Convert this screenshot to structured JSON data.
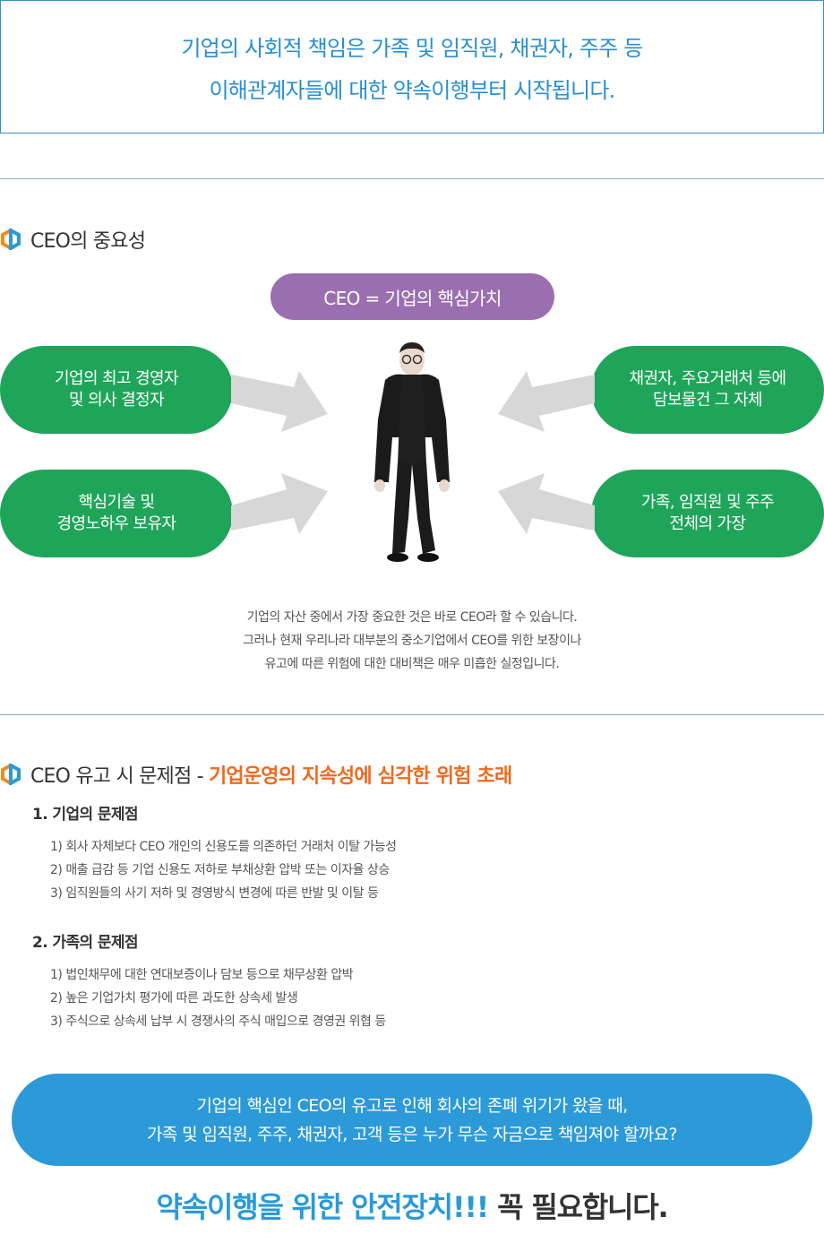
{
  "intro": {
    "line1": "기업의 사회적 책임은 가족 및 임직원, 채권자, 주주 등",
    "line2": "이해관계자들에 대한 약속이행부터 시작됩니다."
  },
  "section1": {
    "title": "CEO의 중요성",
    "ceo_value": "CEO = 기업의 핵심가치",
    "roles": [
      {
        "line1": "기업의 최고 경영자",
        "line2": "및 의사 결정자"
      },
      {
        "line1": "채권자, 주요거래처 등에",
        "line2": "담보물건 그 자체"
      },
      {
        "line1": "핵심기술 및",
        "line2": "경영노하우 보유자"
      },
      {
        "line1": "가족, 임직원 및 주주",
        "line2": "전체의 가장"
      }
    ],
    "summary": [
      "기업의 자산 중에서 가장 중요한 것은 바로 CEO라 할 수 있습니다.",
      "그러나 현재 우리나라 대부분의 중소기업에서 CEO를 위한 보장이나",
      "유고에 따른 위험에 대한 대비책은 매우 미흡한 실정입니다."
    ]
  },
  "section2": {
    "title": "CEO 유고 시 문제점 - ",
    "accent": "기업운영의 지속성에 심각한 위험 초래",
    "groups": [
      {
        "heading": "1. 기업의 문제점",
        "items": [
          "1) 회사 자체보다 CEO 개인의 신용도를 의존하던 거래처 이탈 가능성",
          "2) 매출 급감 등 기업 신용도 저하로 부채상환 압박 또는 이자율 상승",
          "3) 임직원들의 사기 저하 및 경영방식 변경에 따른 반발 및 이탈 등"
        ]
      },
      {
        "heading": "2. 가족의 문제점",
        "items": [
          "1) 법인채무에 대한 연대보증이나 담보 등으로 채무상환 압박",
          "2) 높은 기업가치 평가에 따른 과도한 상속세 발생",
          "3) 주식으로 상속세 납부 시 경쟁사의 주식 매입으로 경영권 위협 등"
        ]
      }
    ]
  },
  "question": {
    "line1": "기업의 핵심인 CEO의 유고로 인해 회사의 존폐 위기가 왔을 때,",
    "line2": "가족 및 임직원, 주주, 채권자, 고객 등은 누가 무슨 자금으로 책임져야 할까요?"
  },
  "closing": {
    "highlight": "약속이행을 위한 안전장치!!!",
    "rest": " 꼭 필요합니다."
  },
  "colors": {
    "intro_text": "#2a8fd0",
    "ceo_pill": "#9a6fb0",
    "role_pill": "#1fa55a",
    "accent_orange": "#ef6a1f",
    "question_box": "#2c9ad8"
  },
  "icons": {
    "section_marker": "hexagon-icon",
    "ceo_figure": "businessman-icon",
    "arrow": "arrow-icon"
  }
}
